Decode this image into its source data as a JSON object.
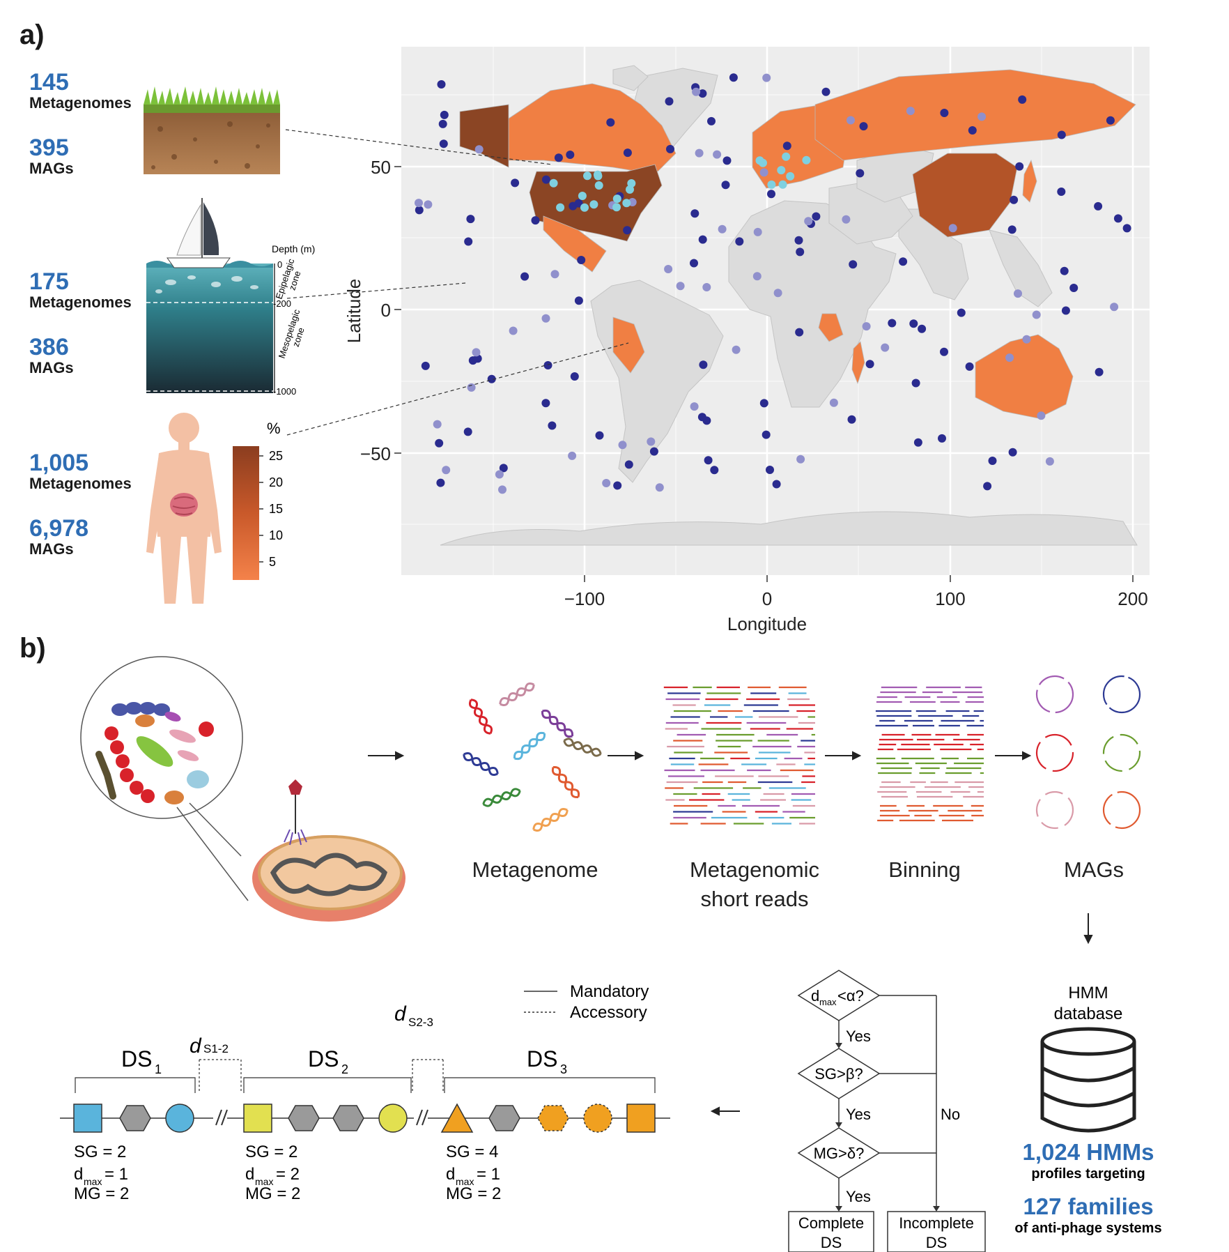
{
  "panel_a": {
    "label": "a)",
    "soil": {
      "metagenomes": "145",
      "metagenomes_label": "Metagenomes",
      "mags": "395",
      "mags_label": "MAGs"
    },
    "ocean": {
      "metagenomes": "175",
      "metagenomes_label": "Metagenomes",
      "mags": "386",
      "mags_label": "MAGs",
      "depth_title": "Depth (m)",
      "depth_ticks": [
        "0",
        "-200",
        "-1000"
      ],
      "zone_top": [
        "Epipelagic",
        "zone"
      ],
      "zone_bottom": [
        "Mesopelagic",
        "zone"
      ]
    },
    "human": {
      "metagenomes": "1,005",
      "metagenomes_label": "Metagenomes",
      "mags": "6,978",
      "mags_label": "MAGs"
    },
    "legend": {
      "title": "%",
      "ticks": [
        "25",
        "20",
        "15",
        "10",
        "5"
      ],
      "color_high": "#8b3d1f",
      "color_low": "#f4824a"
    },
    "map": {
      "x_label": "Longitude",
      "y_label": "Latitude",
      "x_ticks": [
        "−100",
        "0",
        "100",
        "200"
      ],
      "y_ticks": [
        "50",
        "0",
        "−50"
      ],
      "ocean_color": "#ededed",
      "land_color": "#dcdcdc",
      "country_dark": "#8b4524",
      "country_mid": "#b35428",
      "country_light": "#f07f43",
      "point_colors": {
        "ocean": "#2a2b8f",
        "ocean_light": "#9090cc",
        "soil": "#7fd0e0"
      }
    }
  },
  "panel_b": {
    "label": "b)",
    "steps": [
      "Metagenome",
      "Metagenomic",
      "short reads",
      "Binning",
      "MAGs"
    ],
    "db_title": [
      "HMM",
      "database"
    ],
    "hmm_count": "1,024 HMMs",
    "hmm_sub": "profiles targeting",
    "family_count": "127 families",
    "family_sub": "of anti-phage systems",
    "flow": {
      "q1": "d",
      "q1_sub": "max",
      "q1_rest": "<α?",
      "q2": "SG>β?",
      "q3": "MG>δ?",
      "yes": "Yes",
      "no": "No",
      "complete": [
        "Complete",
        "DS"
      ],
      "incomplete": [
        "Incomplete",
        "DS"
      ]
    },
    "legend": {
      "mandatory": "Mandatory",
      "accessory": "Accessory"
    },
    "systems": [
      {
        "name": "DS",
        "sub": "1",
        "sg": "SG = 2",
        "dmax_label": "d",
        "dmax_sub": "max",
        "dmax_val": " = 1",
        "mg": "MG = 2"
      },
      {
        "name": "DS",
        "sub": "2",
        "sg": "SG = 2",
        "dmax_label": "d",
        "dmax_sub": "max",
        "dmax_val": " = 2",
        "mg": "MG = 2"
      },
      {
        "name": "DS",
        "sub": "3",
        "sg": "SG = 4",
        "dmax_label": "d",
        "dmax_sub": "max",
        "dmax_val": " = 1",
        "mg": "MG = 2"
      }
    ],
    "gaps": [
      {
        "d": "d",
        "sub": "S1-2"
      },
      {
        "d": "d",
        "sub": "S2-3"
      }
    ],
    "gene_colors": {
      "blue": "#5ab4dc",
      "yellow": "#e2e050",
      "orange": "#f0a020",
      "gray": "#9a9a9a"
    }
  }
}
